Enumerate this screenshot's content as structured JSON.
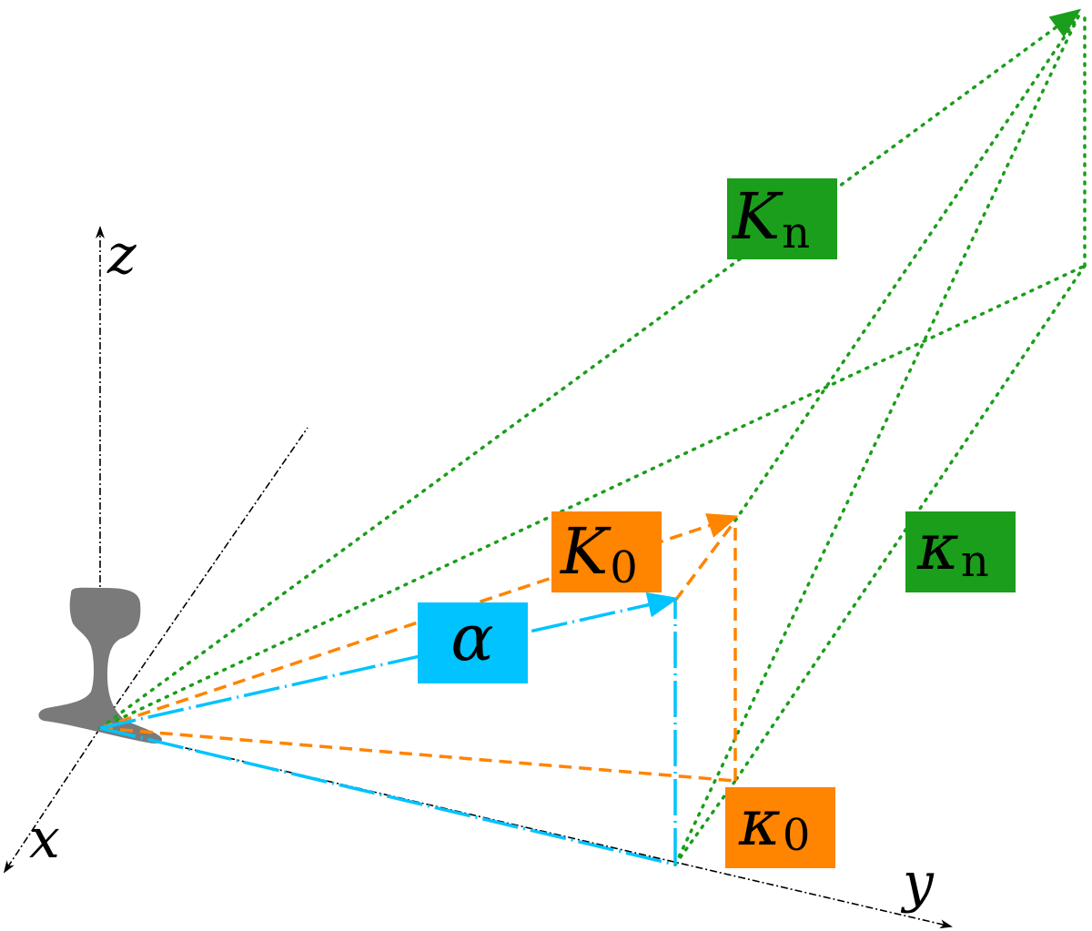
{
  "colors": {
    "blue": "#00c3ff",
    "orange": "#ff8400",
    "green": "#1b9e1b",
    "axis": "#000000",
    "rail": "#7a7a7a"
  },
  "axes": {
    "x_label": "x",
    "y_label": "y",
    "z_label": "z"
  },
  "labels": {
    "alpha": {
      "main": "α",
      "sub": ""
    },
    "K0": {
      "main": "K",
      "sub": "0"
    },
    "kappa0": {
      "main": "κ",
      "sub": "0"
    },
    "Kn": {
      "main": "K",
      "sub": "n"
    },
    "kappan": {
      "main": "κ",
      "sub": "n"
    }
  }
}
